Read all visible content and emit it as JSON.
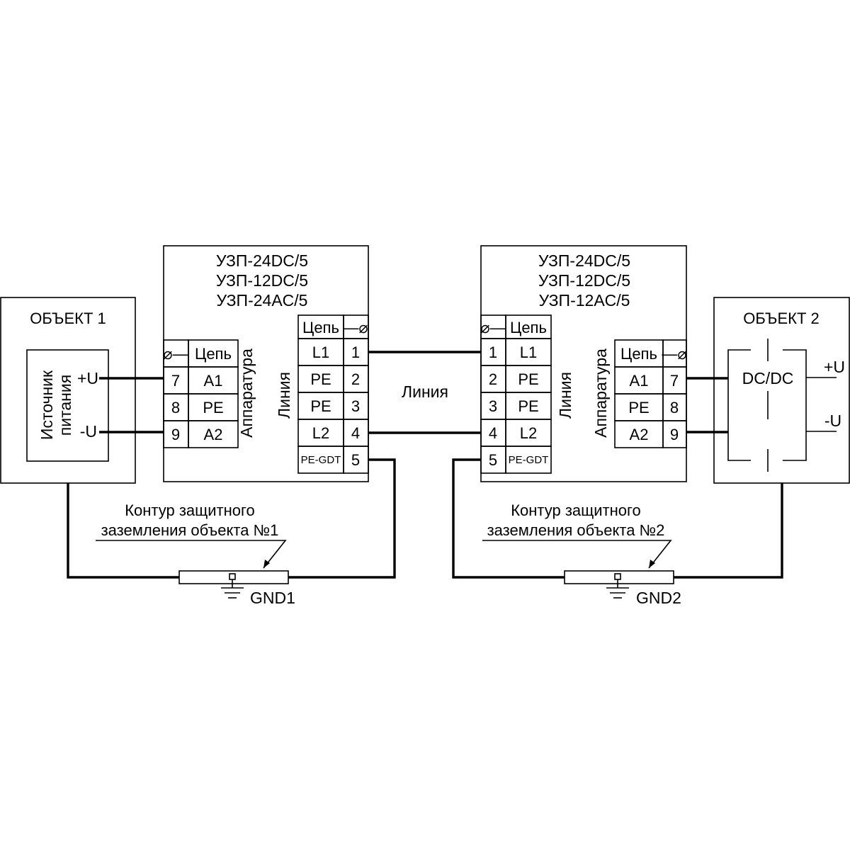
{
  "object1": {
    "title": "ОБЪЕКТ 1",
    "source_line1": "Источник",
    "source_line2": "питания",
    "plus": "+U",
    "minus": "-U"
  },
  "object2": {
    "title": "ОБЪЕКТ 2",
    "converter": "DC/DC",
    "plus": "+U",
    "minus": "-U"
  },
  "device1": {
    "models": [
      "УЗП-24DC/5",
      "УЗП-12DC/5",
      "УЗП-24AC/5"
    ],
    "side_equipment": "Аппаратура",
    "side_line": "Линия",
    "equipment_header": {
      "pin": "⌀—",
      "circuit": "Цепь"
    },
    "equipment_rows": [
      {
        "pin": "7",
        "circuit": "A1"
      },
      {
        "pin": "8",
        "circuit": "PE"
      },
      {
        "pin": "9",
        "circuit": "A2"
      }
    ],
    "line_header": {
      "circuit": "Цепь",
      "pin": "—⌀"
    },
    "line_rows": [
      {
        "circuit": "L1",
        "pin": "1"
      },
      {
        "circuit": "PE",
        "pin": "2"
      },
      {
        "circuit": "PE",
        "pin": "3"
      },
      {
        "circuit": "L2",
        "pin": "4"
      },
      {
        "circuit": "PE-GDT",
        "pin": "5"
      }
    ]
  },
  "device2": {
    "models": [
      "УЗП-24DC/5",
      "УЗП-12DC/5",
      "УЗП-12AC/5"
    ],
    "side_equipment": "Аппаратура",
    "side_line": "Линия",
    "equipment_header": {
      "circuit": "Цепь",
      "pin": "—⌀"
    },
    "equipment_rows": [
      {
        "circuit": "A1",
        "pin": "7"
      },
      {
        "circuit": "PE",
        "pin": "8"
      },
      {
        "circuit": "A2",
        "pin": "9"
      }
    ],
    "line_header": {
      "pin": "⌀—",
      "circuit": "Цепь"
    },
    "line_rows": [
      {
        "pin": "1",
        "circuit": "L1"
      },
      {
        "pin": "2",
        "circuit": "PE"
      },
      {
        "pin": "3",
        "circuit": "PE"
      },
      {
        "pin": "4",
        "circuit": "L2"
      },
      {
        "pin": "5",
        "circuit": "PE-GDT"
      }
    ]
  },
  "line_label": "Линия",
  "ground1": {
    "caption_line1": "Контур защитного",
    "caption_line2": "заземления объекта №1",
    "label": "GND1"
  },
  "ground2": {
    "caption_line1": "Контур защитного",
    "caption_line2": "заземления объекта №2",
    "label": "GND2"
  }
}
